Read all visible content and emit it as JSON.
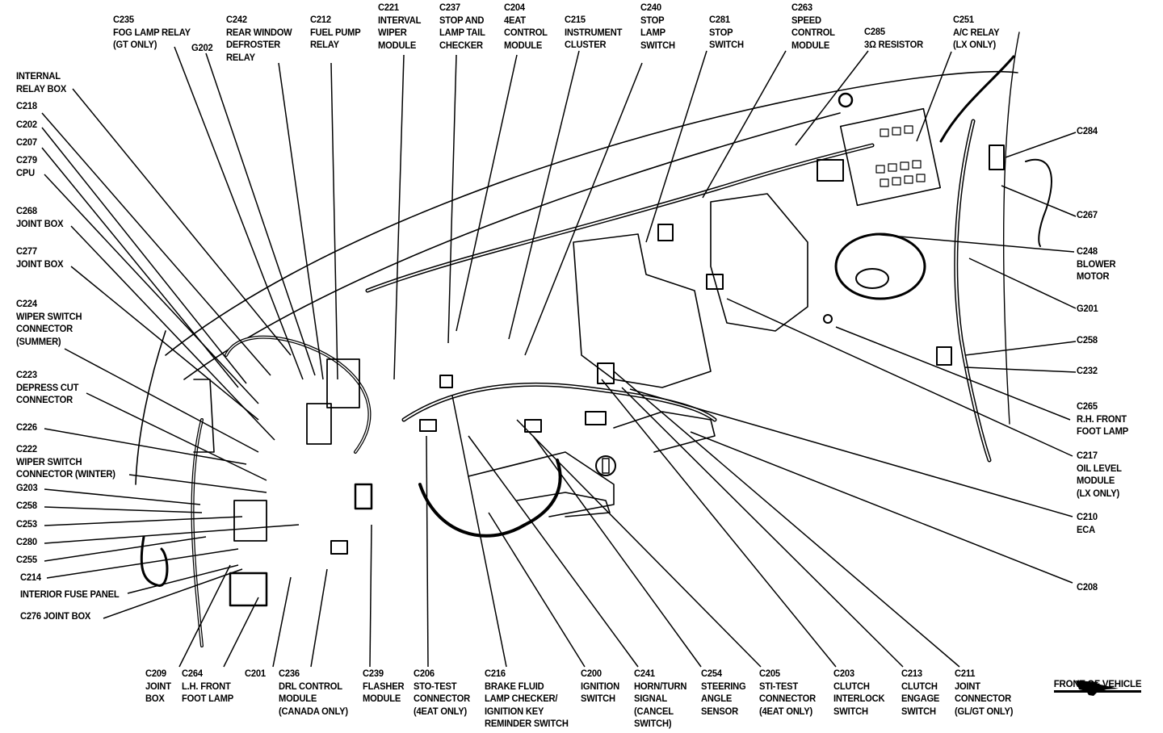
{
  "diagram": {
    "title": "Instrument panel wiring harness connector locations",
    "colors": {
      "ink": "#000000",
      "paper": "#ffffff"
    },
    "front_indicator": {
      "icon": "front-arrow-icon",
      "label": "FRONT OF VEHICLE"
    },
    "labels": [
      {
        "id": "c235",
        "lines": [
          "C235",
          "FOG LAMP RELAY",
          "(GT ONLY)"
        ]
      },
      {
        "id": "g202",
        "lines": [
          "G202"
        ]
      },
      {
        "id": "c242",
        "lines": [
          "C242",
          "REAR WINDOW",
          "DEFROSTER",
          "RELAY"
        ]
      },
      {
        "id": "c212",
        "lines": [
          "C212",
          "FUEL PUMP",
          "RELAY"
        ]
      },
      {
        "id": "c221",
        "lines": [
          "C221",
          "INTERVAL",
          "WIPER",
          "MODULE"
        ]
      },
      {
        "id": "c237",
        "lines": [
          "C237",
          "STOP AND",
          "LAMP TAIL",
          "CHECKER"
        ]
      },
      {
        "id": "c204",
        "lines": [
          "C204",
          "4EAT",
          "CONTROL",
          "MODULE"
        ]
      },
      {
        "id": "c215",
        "lines": [
          "C215",
          "INSTRUMENT",
          "CLUSTER"
        ]
      },
      {
        "id": "c240",
        "lines": [
          "C240",
          "STOP",
          "LAMP",
          "SWITCH"
        ]
      },
      {
        "id": "c281",
        "lines": [
          "C281",
          "STOP",
          "SWITCH"
        ]
      },
      {
        "id": "c263",
        "lines": [
          "C263",
          "SPEED",
          "CONTROL",
          "MODULE"
        ]
      },
      {
        "id": "c285",
        "lines": [
          "C285",
          "3Ω RESISTOR"
        ]
      },
      {
        "id": "c251",
        "lines": [
          "C251",
          "A/C RELAY",
          "(LX ONLY)"
        ]
      },
      {
        "id": "internal-relay-box",
        "lines": [
          "INTERNAL",
          "RELAY BOX"
        ]
      },
      {
        "id": "c218",
        "lines": [
          "C218"
        ]
      },
      {
        "id": "c202",
        "lines": [
          "C202"
        ]
      },
      {
        "id": "c207",
        "lines": [
          "C207"
        ]
      },
      {
        "id": "c279",
        "lines": [
          "C279",
          "CPU"
        ]
      },
      {
        "id": "c268",
        "lines": [
          "C268",
          "JOINT BOX"
        ]
      },
      {
        "id": "c277",
        "lines": [
          "C277",
          "JOINT BOX"
        ]
      },
      {
        "id": "c224",
        "lines": [
          "C224",
          "WIPER SWITCH",
          "CONNECTOR",
          "(SUMMER)"
        ]
      },
      {
        "id": "c223",
        "lines": [
          "C223",
          "DEPRESS CUT",
          "CONNECTOR"
        ]
      },
      {
        "id": "c226",
        "lines": [
          "C226"
        ]
      },
      {
        "id": "c222",
        "lines": [
          "C222",
          "WIPER SWITCH",
          "CONNECTOR (WINTER)"
        ]
      },
      {
        "id": "g203",
        "lines": [
          "G203"
        ]
      },
      {
        "id": "c258-left",
        "lines": [
          "C258"
        ]
      },
      {
        "id": "c253",
        "lines": [
          "C253"
        ]
      },
      {
        "id": "c280",
        "lines": [
          "C280"
        ]
      },
      {
        "id": "c255",
        "lines": [
          "C255"
        ]
      },
      {
        "id": "c214",
        "lines": [
          "C214"
        ]
      },
      {
        "id": "interior-fuse-panel",
        "lines": [
          "INTERIOR FUSE PANEL"
        ]
      },
      {
        "id": "c276",
        "lines": [
          "C276 JOINT BOX"
        ]
      },
      {
        "id": "c284",
        "lines": [
          "C284"
        ]
      },
      {
        "id": "c267",
        "lines": [
          "C267"
        ]
      },
      {
        "id": "c248",
        "lines": [
          "C248",
          "BLOWER",
          "MOTOR"
        ]
      },
      {
        "id": "g201",
        "lines": [
          "G201"
        ]
      },
      {
        "id": "c258-right",
        "lines": [
          "C258"
        ]
      },
      {
        "id": "c232",
        "lines": [
          "C232"
        ]
      },
      {
        "id": "c265",
        "lines": [
          "C265",
          "R.H. FRONT",
          "FOOT LAMP"
        ]
      },
      {
        "id": "c217",
        "lines": [
          "C217",
          "OIL LEVEL",
          "MODULE",
          "(LX ONLY)"
        ]
      },
      {
        "id": "c210",
        "lines": [
          "C210",
          "ECA"
        ]
      },
      {
        "id": "c208",
        "lines": [
          "C208"
        ]
      },
      {
        "id": "c209-joint",
        "lines": [
          "C209",
          "JOINT",
          "BOX"
        ]
      },
      {
        "id": "c264",
        "lines": [
          "C264",
          "L.H. FRONT",
          "FOOT LAMP"
        ]
      },
      {
        "id": "c201",
        "lines": [
          "C201"
        ]
      },
      {
        "id": "c236",
        "lines": [
          "C236",
          "DRL CONTROL",
          "MODULE",
          "(CANADA ONLY)"
        ]
      },
      {
        "id": "c239",
        "lines": [
          "C239",
          "FLASHER",
          "MODULE"
        ]
      },
      {
        "id": "c206",
        "lines": [
          "C206",
          "STO-TEST",
          "CONNECTOR",
          "(4EAT ONLY)"
        ]
      },
      {
        "id": "c216",
        "lines": [
          "C216",
          "BRAKE FLUID",
          "LAMP CHECKER/",
          "IGNITION KEY",
          "REMINDER SWITCH"
        ]
      },
      {
        "id": "c200",
        "lines": [
          "C200",
          "IGNITION",
          "SWITCH"
        ]
      },
      {
        "id": "c241",
        "lines": [
          "C241",
          "HORN/TURN",
          "SIGNAL",
          "(CANCEL",
          "SWITCH)"
        ]
      },
      {
        "id": "c254",
        "lines": [
          "C254",
          "STEERING",
          "ANGLE",
          "SENSOR"
        ]
      },
      {
        "id": "c205",
        "lines": [
          "C205",
          "STI-TEST",
          "CONNECTOR",
          "(4EAT ONLY)"
        ]
      },
      {
        "id": "c203",
        "lines": [
          "C203",
          "CLUTCH",
          "INTERLOCK",
          "SWITCH"
        ]
      },
      {
        "id": "c213",
        "lines": [
          "C213",
          "CLUTCH",
          "ENGAGE",
          "SWITCH"
        ]
      },
      {
        "id": "c211",
        "lines": [
          "C211",
          "JOINT",
          "CONNECTOR",
          "(GL/GT ONLY)"
        ]
      }
    ]
  }
}
